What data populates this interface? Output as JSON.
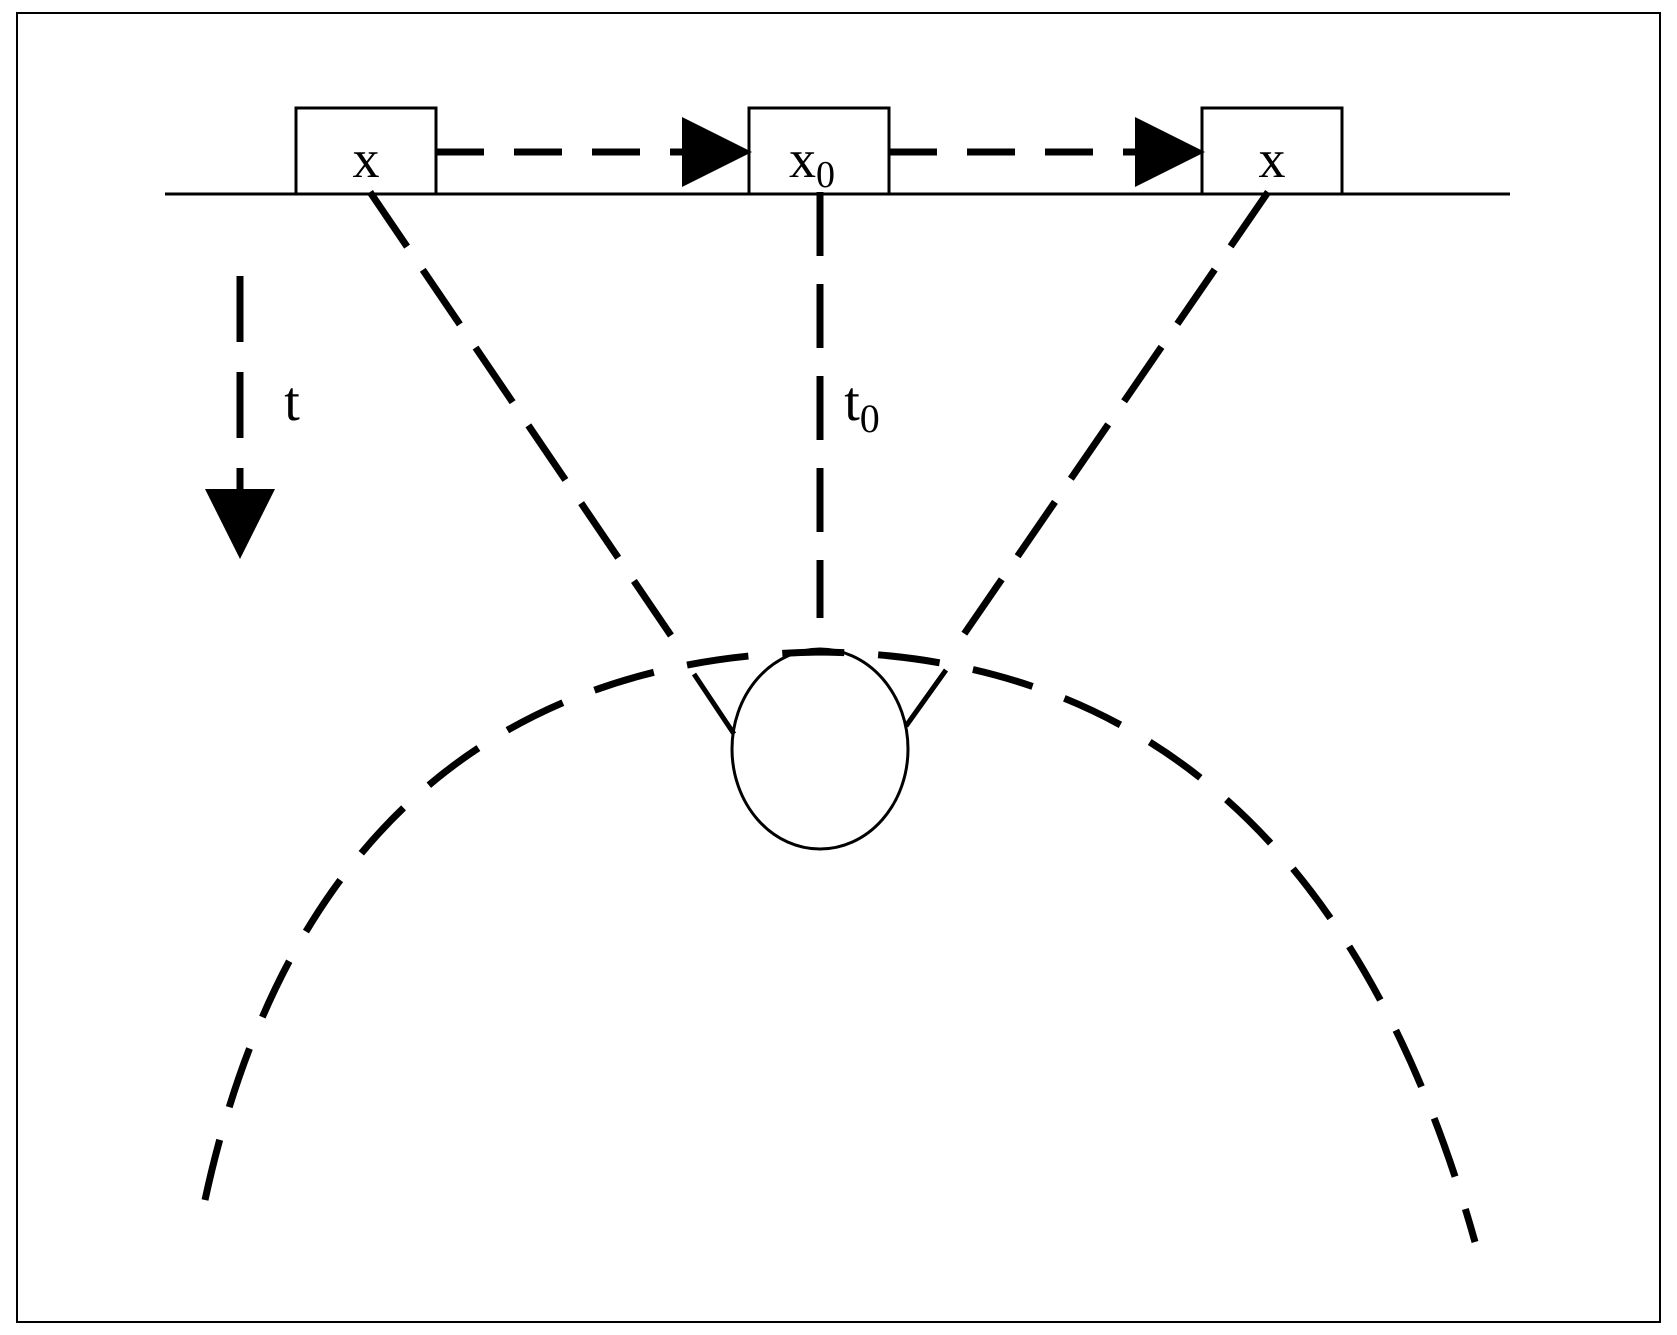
{
  "diagram": {
    "stations": [
      {
        "label": "x",
        "sub": ""
      },
      {
        "label": "x",
        "sub": "0"
      },
      {
        "label": "x",
        "sub": ""
      }
    ],
    "time_axis": {
      "label": "t",
      "sub": ""
    },
    "zero_offset_time": {
      "label": "t",
      "sub": "0"
    },
    "colors": {
      "stroke": "#000000",
      "background": "#ffffff"
    }
  }
}
